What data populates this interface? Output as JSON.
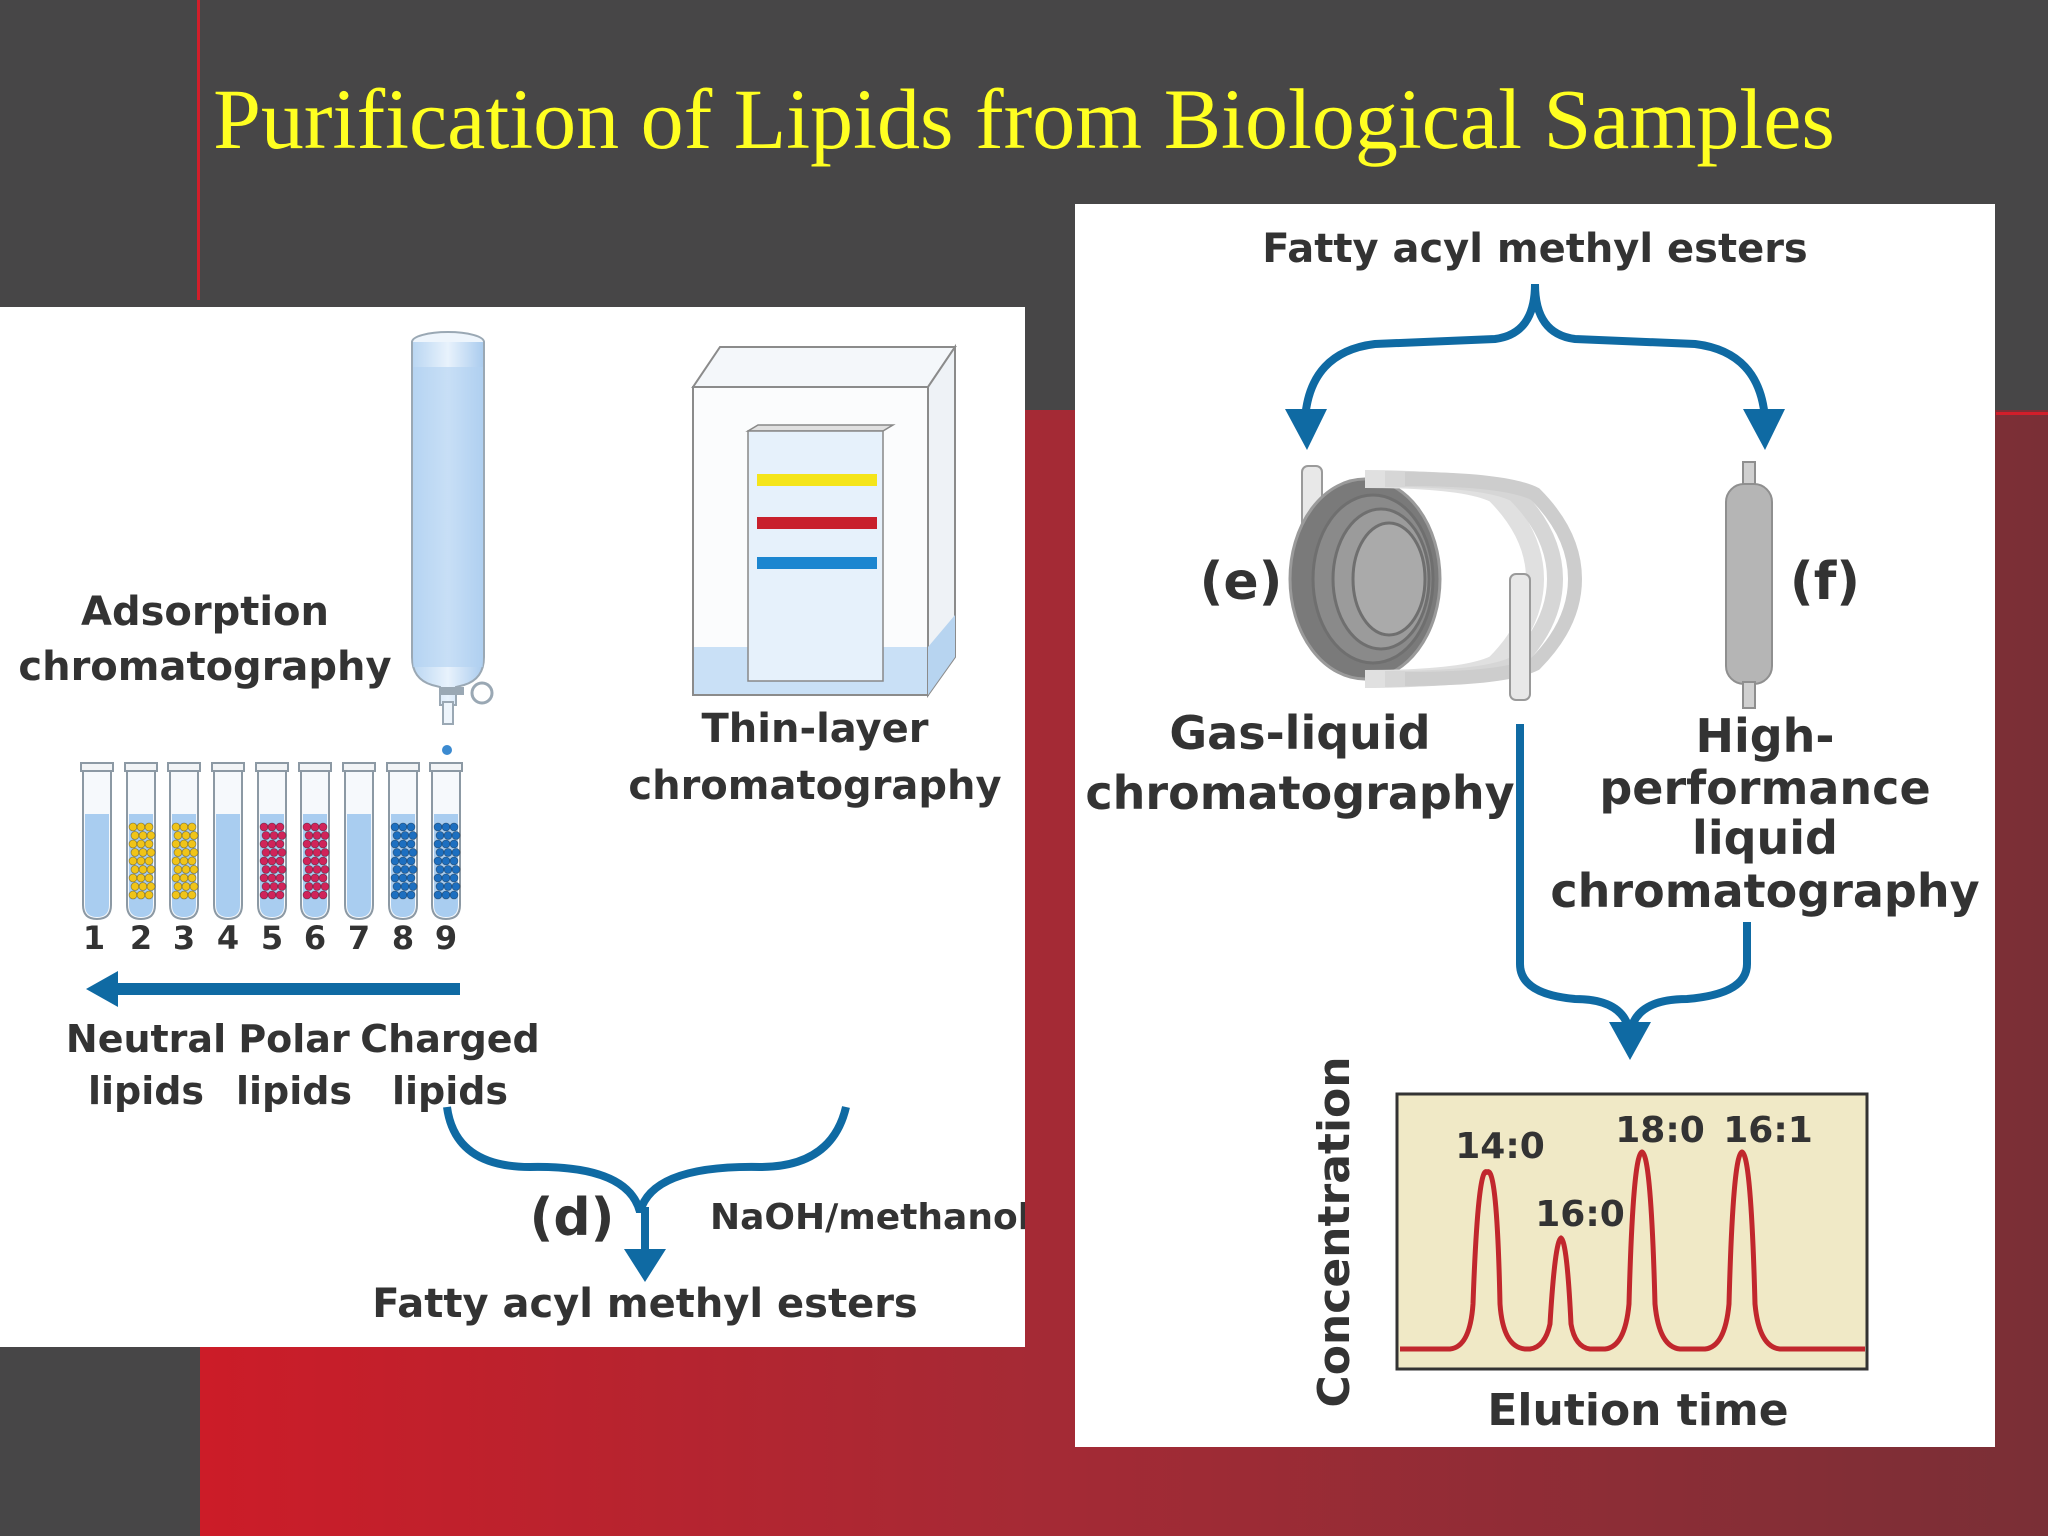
{
  "slide": {
    "title": "Purification of Lipids from Biological Samples",
    "colors": {
      "background": "#474647",
      "accent_red": "#cc1c28",
      "title": "#ffff21",
      "arrow_blue": "#0f6aa3",
      "peak_red": "#c1272d"
    }
  },
  "left_panel": {
    "adsorption_label": [
      "Adsorption",
      "chromatography"
    ],
    "thin_layer_label": [
      "Thin-layer",
      "chromatography"
    ],
    "tube_numbers": [
      "1",
      "2",
      "3",
      "4",
      "5",
      "6",
      "7",
      "8",
      "9"
    ],
    "fractions": [
      {
        "line1": "Neutral",
        "line2": "lipids"
      },
      {
        "line1": "Polar",
        "line2": "lipids"
      },
      {
        "line1": "Charged",
        "line2": "lipids"
      }
    ],
    "step_label": "(d)",
    "reagent": "NaOH/methanol",
    "product": "Fatty acyl methyl esters"
  },
  "right_panel": {
    "top_label": "Fatty acyl methyl esters",
    "gc_tag": "(e)",
    "hplc_tag": "(f)",
    "gc_label": [
      "Gas-liquid",
      "chromatography"
    ],
    "hplc_label": [
      "High-",
      "performance",
      "liquid",
      "chromatography"
    ],
    "chromatogram": {
      "ylabel": "Concentration",
      "xlabel": "Elution time",
      "peaks": [
        "14:0",
        "16:0",
        "18:0",
        "16:1"
      ]
    }
  }
}
